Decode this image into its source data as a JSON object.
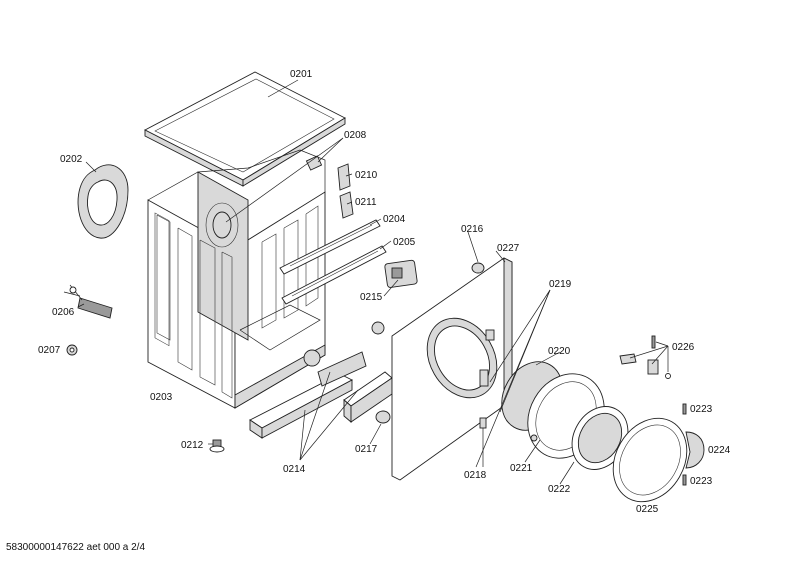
{
  "labels": {
    "p0201": "0201",
    "p0202": "0202",
    "p0203": "0203",
    "p0204": "0204",
    "p0205": "0205",
    "p0206": "0206",
    "p0207": "0207",
    "p0208": "0208",
    "p0210": "0210",
    "p0211": "0211",
    "p0212": "0212",
    "p0214": "0214",
    "p0215": "0215",
    "p0216": "0216",
    "p0217": "0217",
    "p0218": "0218",
    "p0219": "0219",
    "p0220": "0220",
    "p0221": "0221",
    "p0222": "0222",
    "p0223a": "0223",
    "p0223b": "0223",
    "p0224": "0224",
    "p0225": "0225",
    "p0226": "0226",
    "p0227": "0227"
  },
  "footer": "58300000147622 aet 000 a 2/4"
}
